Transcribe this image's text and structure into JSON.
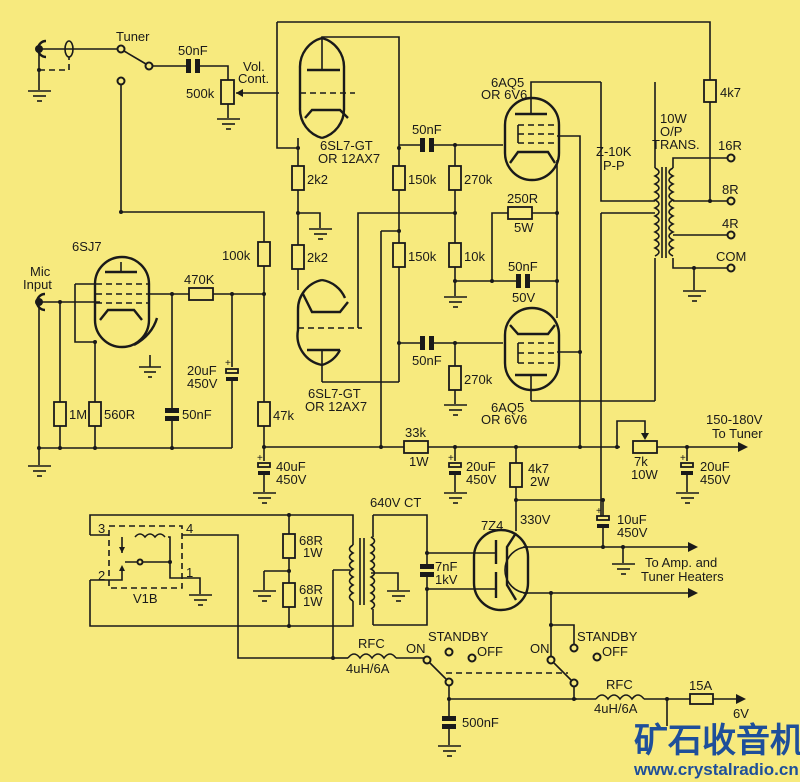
{
  "title": "Valve amplifier and power supply schematic",
  "labels": {
    "tuner": "Tuner",
    "cap_input": "50nF",
    "vol_cont_1": "Vol.",
    "vol_cont_2": "Cont.",
    "pot_500k": "500k",
    "mic_1": "Mic",
    "mic_2": "Input",
    "tube_6sj7": "6SJ7",
    "r_1m": "1M",
    "r_560r": "560R",
    "c_50nf_cathode": "50nF",
    "r_470k": "470K",
    "c_20uf_a": "20uF",
    "c_20uf_a_v": "450V",
    "r_100k": "100k",
    "r_47k": "47k",
    "c_40uf": "40uF",
    "c_40uf_v": "450V",
    "tube_6sl7_top_1": "6SL7-GT",
    "tube_6sl7_top_2": "OR  12AX7",
    "tube_6sl7_bot_1": "6SL7-GT",
    "tube_6sl7_bot_2": "OR  12AX7",
    "r_2k2_a": "2k2",
    "r_2k2_b": "2k2",
    "r_150k_a": "150k",
    "r_150k_b": "150k",
    "c_50nf_top": "50nF",
    "c_50nf_bot": "50nF",
    "r_270k_a": "270k",
    "r_270k_b": "270k",
    "r_10k": "10k",
    "r_250r": "250R",
    "r_250r_w": "5W",
    "c_50nf_50v": "50nF",
    "c_50nf_50v_v": "50V",
    "tube_6aq5_top_1": "6AQ5",
    "tube_6aq5_top_2": "OR  6V6",
    "tube_6aq5_bot_1": "6AQ5",
    "tube_6aq5_bot_2": "OR  6V6",
    "r_4k7_fb": "4k7",
    "opt_1": "10W",
    "opt_2": "O/P",
    "opt_3": "TRANS.",
    "z_1": "Z-10K",
    "z_2": "P-P",
    "tap_16r": "16R",
    "tap_8r": "8R",
    "tap_4r": "4R",
    "tap_com": "COM",
    "r_33k": "33k",
    "r_33k_w": "1W",
    "c_20uf_b": "20uF",
    "c_20uf_b_v": "450V",
    "r_4k7_2w": "4k7",
    "r_4k7_2w_w": "2W",
    "pot_7k": "7k",
    "pot_7k_w": "10W",
    "c_20uf_c": "20uF",
    "c_20uf_c_v": "450V",
    "tuner_out_1": "150-180V",
    "tuner_out_2": "To Tuner",
    "c_10uf": "10uF",
    "c_10uf_v": "450V",
    "heater_1": "To Amp. and",
    "heater_2": "Tuner Heaters",
    "v330": "330V",
    "tube_7z4": "7Z4",
    "xfmr_640": "640V  CT",
    "c_7nf": "7nF",
    "c_7nf_v": "1kV",
    "r_68r_a": "68R",
    "r_68r_a_w": "1W",
    "r_68r_b": "68R",
    "r_68r_b_w": "1W",
    "vib": "V1B",
    "vib_p3": "3",
    "vib_p4": "4",
    "vib_p2": "2",
    "vib_p1": "1",
    "rfc_a": "RFC",
    "rfc_a_v": "4uH/6A",
    "rfc_b": "RFC",
    "rfc_b_v": "4uH/6A",
    "sw_on_a": "ON",
    "sw_standby_a": "STANDBY",
    "sw_off_a": "OFF",
    "sw_on_b": "ON",
    "sw_standby_b": "STANDBY",
    "sw_off_b": "OFF",
    "c_500nf": "500nF",
    "fuse_15a": "15A",
    "v6": "6V"
  },
  "watermark": {
    "cn": "矿石收音机",
    "url": "www.crystalradio.cn"
  }
}
